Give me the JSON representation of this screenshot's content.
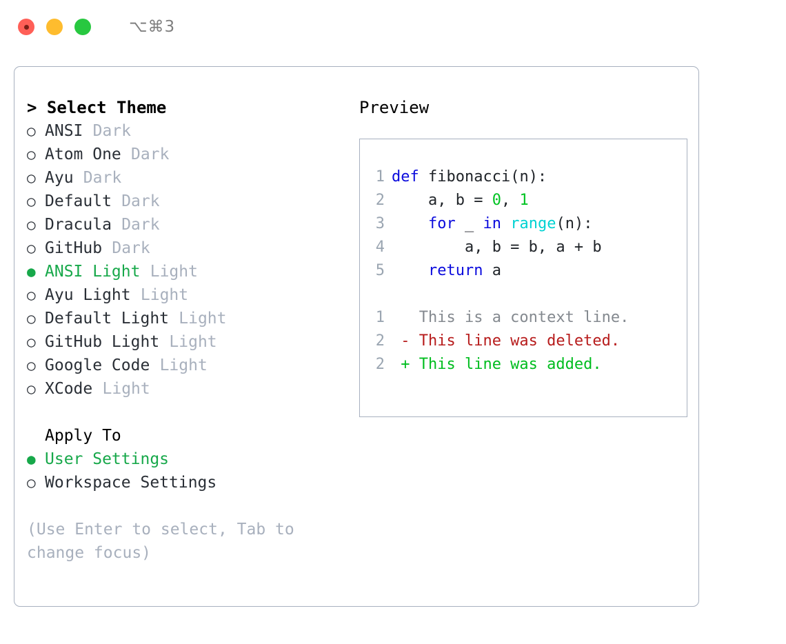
{
  "titlebar": {
    "shortcut": "⌥⌘3",
    "buttons": [
      {
        "name": "close",
        "color": "#ff5f57"
      },
      {
        "name": "minimize",
        "color": "#febc2e"
      },
      {
        "name": "maximize",
        "color": "#28c840"
      }
    ]
  },
  "theme_panel": {
    "header": "> Select Theme",
    "marker_unselected": "○",
    "marker_selected": "●",
    "items": [
      {
        "name": "ANSI",
        "kind": "Dark",
        "selected": false
      },
      {
        "name": "Atom One",
        "kind": "Dark",
        "selected": false
      },
      {
        "name": "Ayu",
        "kind": "Dark",
        "selected": false
      },
      {
        "name": "Default",
        "kind": "Dark",
        "selected": false
      },
      {
        "name": "Dracula",
        "kind": "Dark",
        "selected": false
      },
      {
        "name": "GitHub",
        "kind": "Dark",
        "selected": false
      },
      {
        "name": "ANSI Light",
        "kind": "Light",
        "selected": true
      },
      {
        "name": "Ayu Light",
        "kind": "Light",
        "selected": false
      },
      {
        "name": "Default Light",
        "kind": "Light",
        "selected": false
      },
      {
        "name": "GitHub Light",
        "kind": "Light",
        "selected": false
      },
      {
        "name": "Google Code",
        "kind": "Light",
        "selected": false
      },
      {
        "name": "XCode",
        "kind": "Light",
        "selected": false
      }
    ]
  },
  "apply_to": {
    "header": "Apply To",
    "items": [
      {
        "name": "User Settings",
        "selected": true
      },
      {
        "name": "Workspace Settings",
        "selected": false
      }
    ]
  },
  "hint": "(Use Enter to select, Tab to change focus)",
  "preview": {
    "title": "Preview",
    "code_lines": [
      {
        "no": "1",
        "tokens": [
          {
            "t": "def",
            "c": "kw"
          },
          {
            "t": " fibonacci(n):",
            "c": "def"
          }
        ]
      },
      {
        "no": "2",
        "tokens": [
          {
            "t": "    a, b = ",
            "c": "def"
          },
          {
            "t": "0",
            "c": "num"
          },
          {
            "t": ", ",
            "c": "def"
          },
          {
            "t": "1",
            "c": "num"
          }
        ]
      },
      {
        "no": "3",
        "tokens": [
          {
            "t": "    ",
            "c": "def"
          },
          {
            "t": "for",
            "c": "kw"
          },
          {
            "t": " _ ",
            "c": "def"
          },
          {
            "t": "in",
            "c": "kw"
          },
          {
            "t": " ",
            "c": "def"
          },
          {
            "t": "range",
            "c": "fn"
          },
          {
            "t": "(n):",
            "c": "def"
          }
        ]
      },
      {
        "no": "4",
        "tokens": [
          {
            "t": "        a, b = b, a + b",
            "c": "def"
          }
        ]
      },
      {
        "no": "5",
        "tokens": [
          {
            "t": "    ",
            "c": "def"
          },
          {
            "t": "return",
            "c": "kw"
          },
          {
            "t": " a",
            "c": "def"
          }
        ]
      }
    ],
    "diff_lines": [
      {
        "no": "1",
        "sign": " ",
        "text": " This is a context line.",
        "kind": "ctx"
      },
      {
        "no": "2",
        "sign": "-",
        "text": " This line was deleted.",
        "kind": "del"
      },
      {
        "no": "2",
        "sign": "+",
        "text": " This line was added.",
        "kind": "add"
      }
    ]
  },
  "colors": {
    "accent_green": "#17a84a",
    "muted": "#a8b0bd",
    "border": "#a7b0bf",
    "keyword": "#0b0bdd",
    "function": "#00d2d2",
    "number": "#00c322",
    "diff_delete": "#b71c1c",
    "diff_add": "#00bd1f",
    "line_number": "#9aa5b1"
  }
}
